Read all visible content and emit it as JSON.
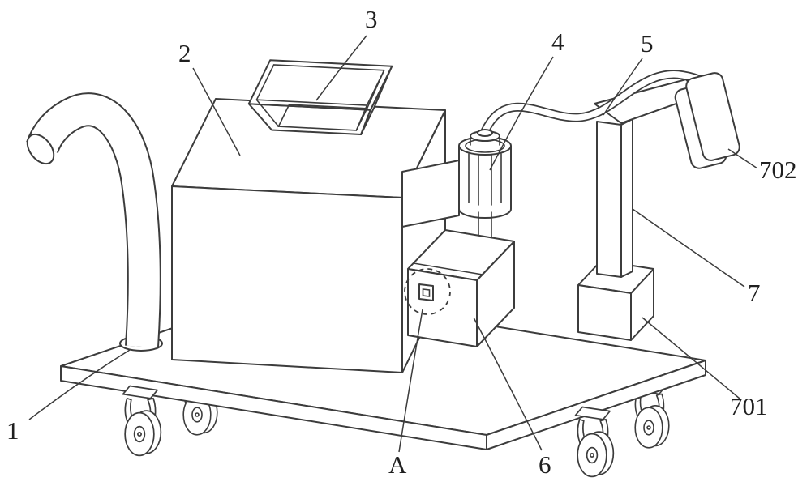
{
  "colors": {
    "background": "#ffffff",
    "line": "#3c3c3c",
    "label_text": "#1f1f1f"
  },
  "labels": [
    {
      "id": "part-1",
      "text": "1"
    },
    {
      "id": "part-2",
      "text": "2"
    },
    {
      "id": "part-3",
      "text": "3"
    },
    {
      "id": "part-4",
      "text": "4"
    },
    {
      "id": "part-5",
      "text": "5"
    },
    {
      "id": "part-6",
      "text": "6"
    },
    {
      "id": "part-7",
      "text": "7"
    },
    {
      "id": "part-701",
      "text": "701"
    },
    {
      "id": "part-702",
      "text": "702"
    },
    {
      "id": "detail-A",
      "text": "A"
    }
  ]
}
